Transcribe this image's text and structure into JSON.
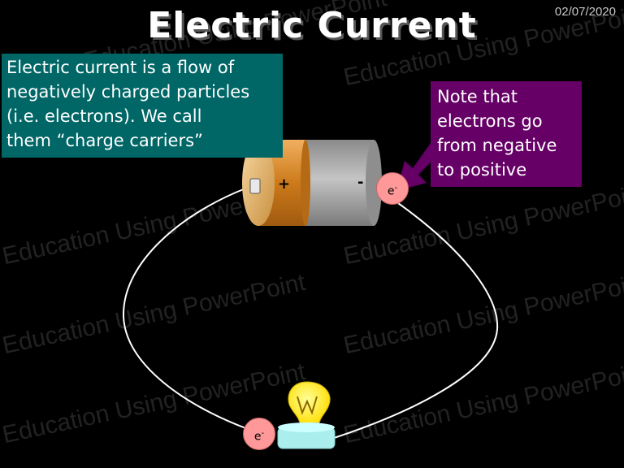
{
  "header": {
    "date": "02/07/2020",
    "title": "Electric Current"
  },
  "info_box": {
    "lines": [
      "Electric current is a flow of",
      "negatively charged particles",
      "(i.e. electrons). We call",
      "them “charge carriers”"
    ]
  },
  "note_box": {
    "lines": [
      "Note that",
      "electrons go",
      "from negative",
      "to positive"
    ]
  },
  "battery": {
    "plus_label": "+",
    "minus_label": "-"
  },
  "electrons": {
    "label": "e",
    "charge": "-"
  },
  "watermark": "Education Using PowerPoint",
  "colors": {
    "background": "#000000",
    "info_box": "#006666",
    "note_box": "#660066",
    "electron": "#ff9999",
    "battery_copper": "#cc7a1a",
    "battery_body": "#999999",
    "bulb": "#ffee33"
  }
}
